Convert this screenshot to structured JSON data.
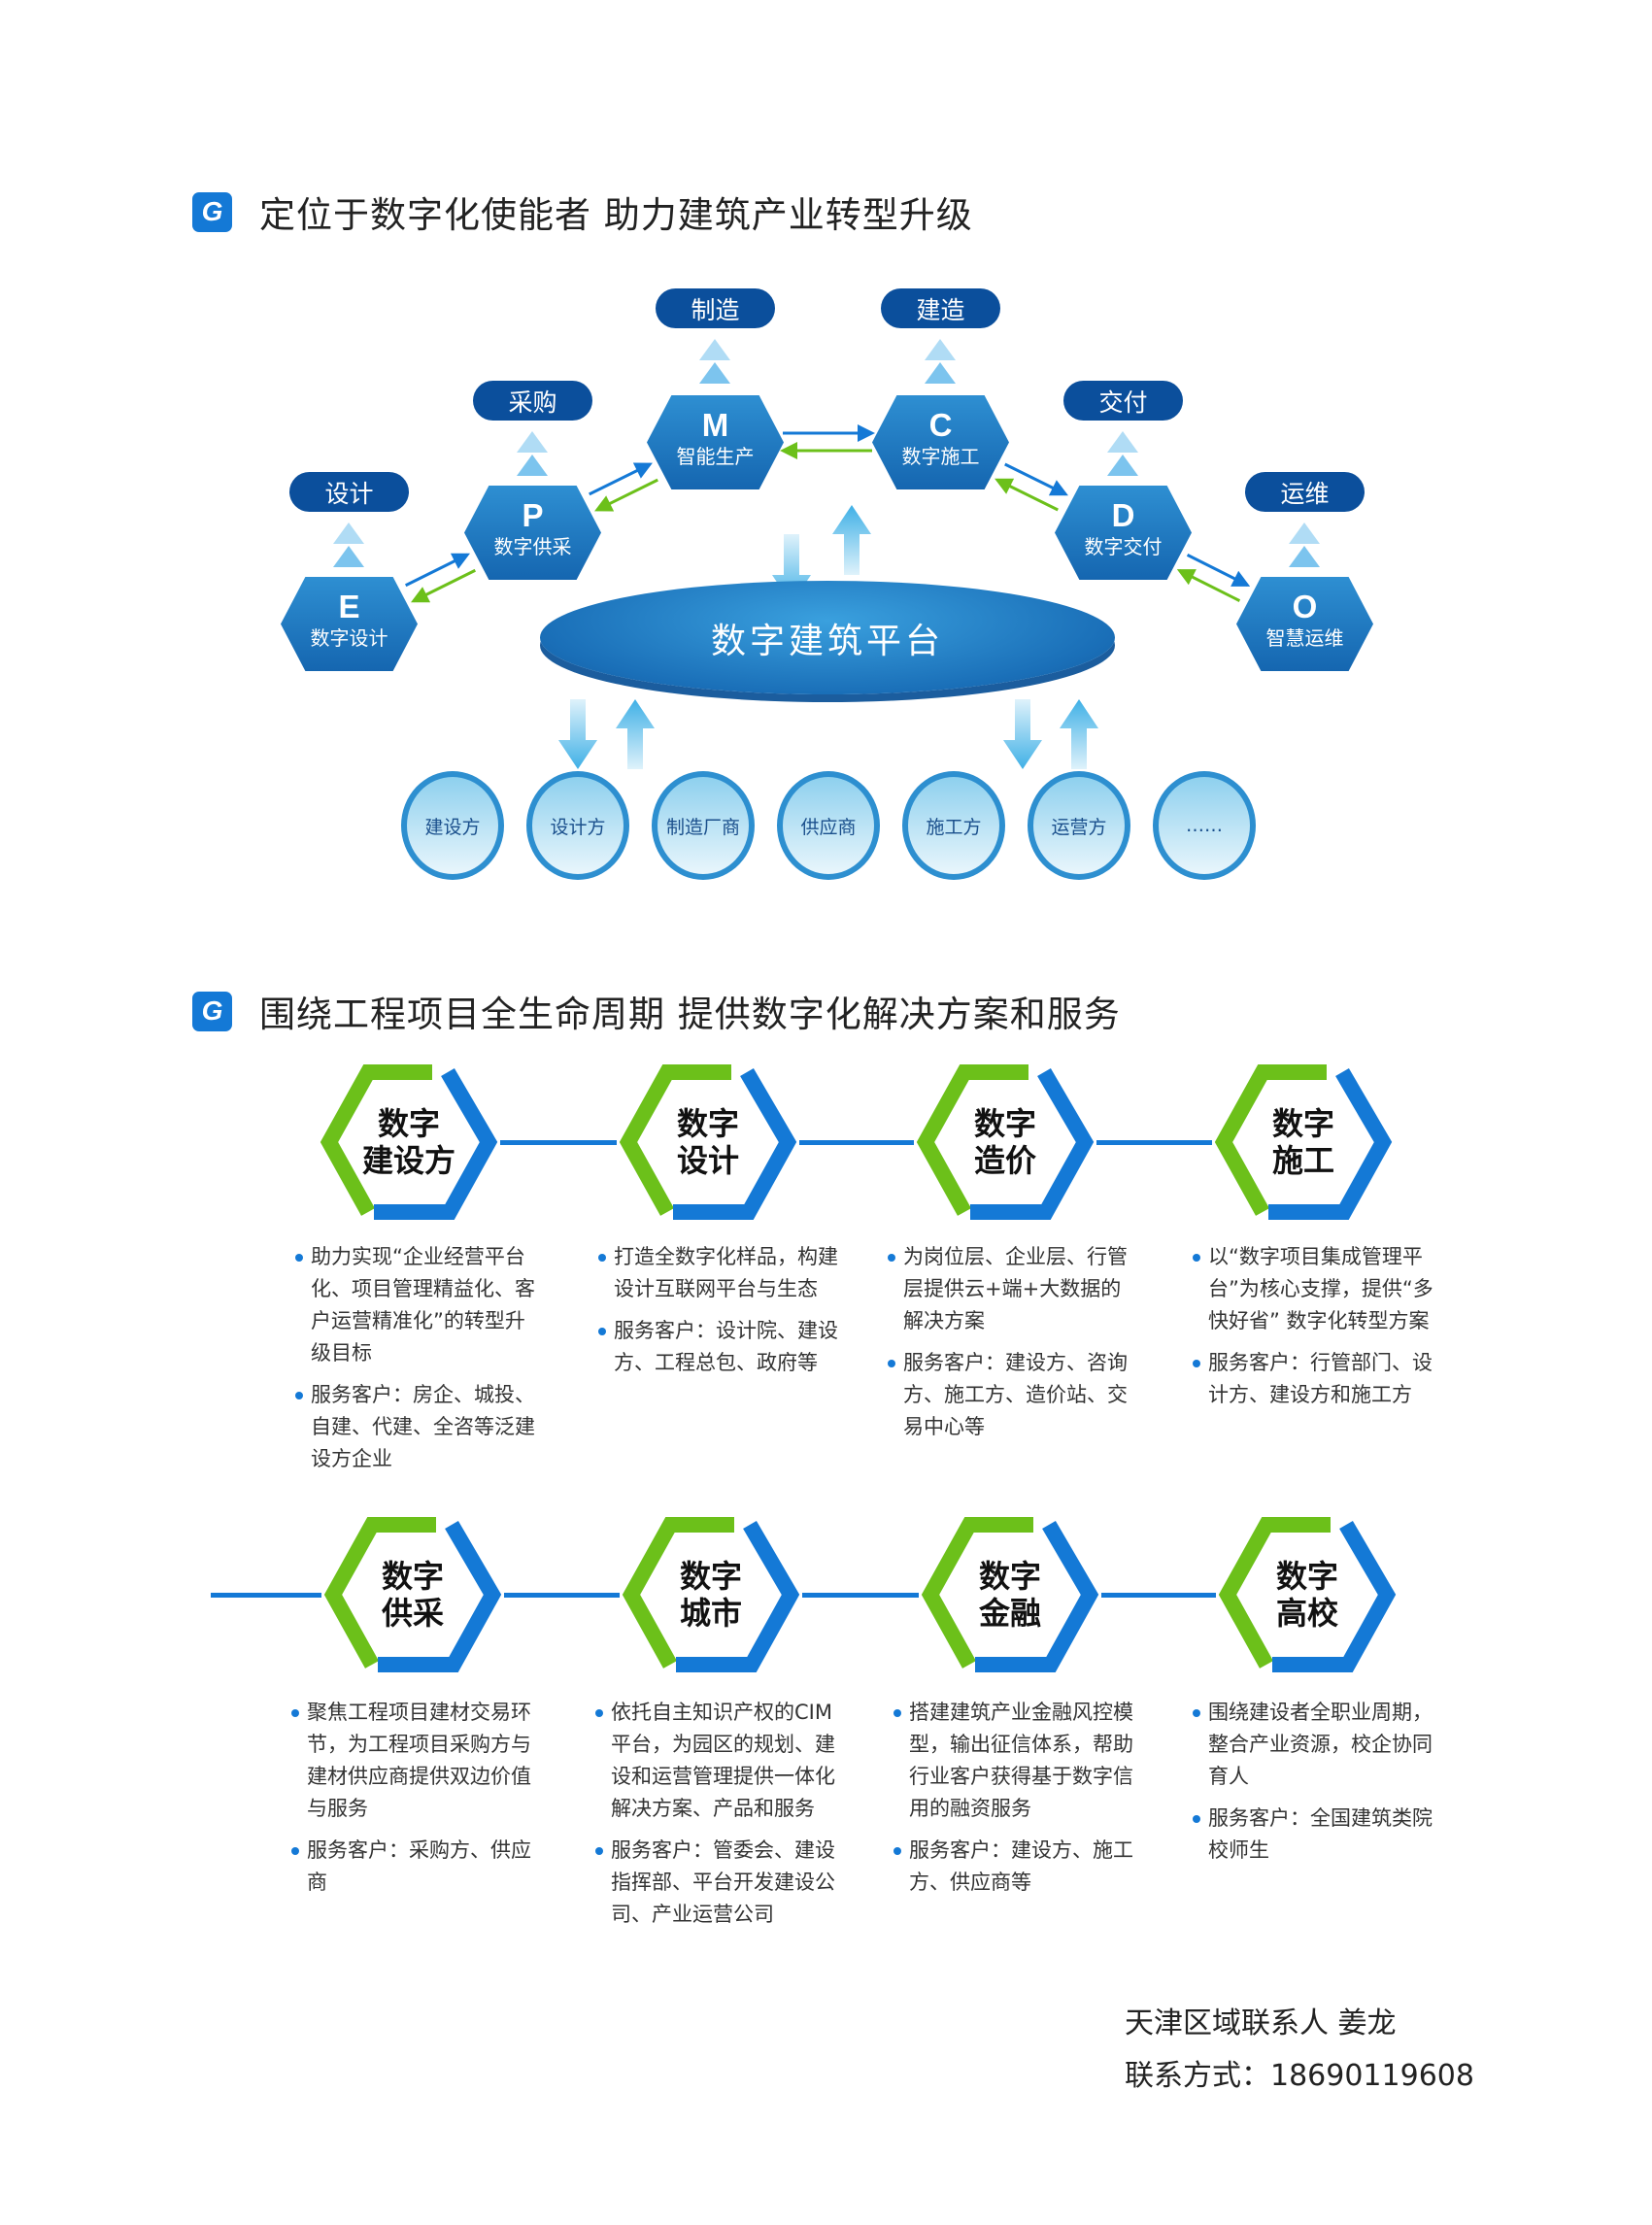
{
  "section1": {
    "icon": "G",
    "title": "定位于数字化使能者 助力建筑产业转型升级"
  },
  "section2": {
    "icon": "G",
    "title": "围绕工程项目全生命周期  提供数字化解决方案和服务"
  },
  "diagram": {
    "nodes": [
      {
        "letter": "E",
        "name": "数字设计",
        "stage": "设计"
      },
      {
        "letter": "P",
        "name": "数字供采",
        "stage": "采购"
      },
      {
        "letter": "M",
        "name": "智能生产",
        "stage": "制造"
      },
      {
        "letter": "C",
        "name": "数字施工",
        "stage": "建造"
      },
      {
        "letter": "D",
        "name": "数字交付",
        "stage": "交付"
      },
      {
        "letter": "O",
        "name": "智慧运维",
        "stage": "运维"
      }
    ],
    "platform": "数字建筑平台",
    "participants": [
      "建设方",
      "设计方",
      "制造厂商",
      "供应商",
      "施工方",
      "运营方",
      "……"
    ]
  },
  "services_row1": [
    {
      "title": [
        "数字",
        "建设方"
      ],
      "bullets": [
        "助力实现“企业经营平台化、项目管理精益化、客户运营精准化”的转型升级目标",
        "服务客户：房企、城投、自建、代建、全咨等泛建设方企业"
      ]
    },
    {
      "title": [
        "数字",
        "设计"
      ],
      "bullets": [
        "打造全数字化样品，构建设计互联网平台与生态",
        "服务客户：设计院、建设方、工程总包、政府等"
      ]
    },
    {
      "title": [
        "数字",
        "造价"
      ],
      "bullets": [
        "为岗位层、企业层、行管层提供云+端+大数据的解决方案",
        "服务客户：建设方、咨询方、施工方、造价站、交易中心等"
      ]
    },
    {
      "title": [
        "数字",
        "施工"
      ],
      "bullets": [
        "以“数字项目集成管理平台”为核心支撑，提供“多快好省” 数字化转型方案",
        "服务客户：行管部门、设计方、建设方和施工方"
      ]
    }
  ],
  "services_row2": [
    {
      "title": [
        "数字",
        "供采"
      ],
      "bullets": [
        "聚焦工程项目建材交易环节，为工程项目采购方与建材供应商提供双边价值与服务",
        "服务客户：采购方、供应商"
      ]
    },
    {
      "title": [
        "数字",
        "城市"
      ],
      "bullets": [
        "依托自主知识产权的CIM平台，为园区的规划、建设和运营管理提供一体化解决方案、产品和服务",
        "服务客户：管委会、建设指挥部、平台开发建设公司、产业运营公司"
      ]
    },
    {
      "title": [
        "数字",
        "金融"
      ],
      "bullets": [
        "搭建建筑产业金融风控模型，输出征信体系，帮助行业客户获得基于数字信用的融资服务",
        "服务客户：建设方、施工方、供应商等"
      ]
    },
    {
      "title": [
        "数字",
        "高校"
      ],
      "bullets": [
        "围绕建设者全职业周期，整合产业资源，校企协同育人",
        "服务客户：全国建筑类院校师生"
      ]
    }
  ],
  "contact": {
    "line1": "天津区域联系人      姜龙",
    "line2": "联系方式：18690119608"
  },
  "colors": {
    "accent_blue": "#1479d6",
    "accent_green": "#6cc01a",
    "navy": "#0b4f9c"
  }
}
